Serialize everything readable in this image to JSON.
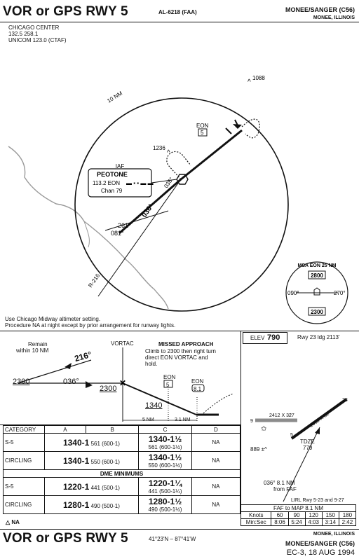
{
  "header": {
    "title": "VOR or GPS RWY 5",
    "procedure_id": "AL-6218 (FAA)",
    "airport": "MONEE/SANGER (C56)",
    "city": "MONEE, ILLINOIS"
  },
  "comms": [
    "CHICAGO CENTER",
    "132.5 258.1",
    "UNICOM 123.0 (CTAF)"
  ],
  "plan": {
    "ring_label": "10 NM",
    "obstacle_1088": "1088",
    "obstacle_1236": "1236",
    "eon_label": "EON",
    "eon_dme": "5",
    "iaf_label": "IAF",
    "iaf_name": "PEOTONE",
    "iaf_freq": "113.2 EON",
    "iaf_chan": "Chan 79",
    "hold_course": "036°",
    "inbound_course": "036°",
    "course_261": "261°",
    "course_081": "081°",
    "radial": "R-216",
    "msa_title": "MSA EON 25 NM",
    "msa_090": "090°",
    "msa_270": "270°",
    "msa_top": "2800",
    "msa_bottom": "2300",
    "note_1": "Use Chicago Midway altimeter setting.",
    "note_2": "Procedure NA at night except by prior arrangement for runway lights."
  },
  "profile": {
    "remain_1": "Remain",
    "remain_2": "within 10 NM",
    "vortac": "VORTAC",
    "missed_title": "MISSED APPROACH",
    "missed_text": [
      "Climb to 2300 then right turn",
      "direct EON VORTAC and",
      "hold."
    ],
    "course_216": "216°",
    "course_036": "036°",
    "alt_2300_left": "2300",
    "alt_2300_right": "2300",
    "eon_label_1": "EON",
    "eon_dme_1": "5",
    "eon_label_2": "EON",
    "eon_dme_2": "8.1",
    "alt_1340": "1340",
    "dist_5": "5 NM",
    "dist_31": "3.1 NM"
  },
  "airport": {
    "elev_label": "ELEV",
    "elev": "790",
    "rwy_info": "Rwy 23 ldg 2113'",
    "rwy_size_1": "2412 X 32",
    "rwy_size_2": "2315 X 32",
    "rwy_27": "27",
    "rwy_9": "9",
    "rwy_5": "5",
    "rwy_23": "23",
    "tdze_label": "TDZE",
    "tdze": "779",
    "obstacle_889": "889",
    "course_note": [
      "036° 8.1 NM",
      "from FAF"
    ],
    "lights_note": "LIRL Rwy 5-23 and 9-27"
  },
  "faf_map": {
    "title": "FAF to MAP 8.1 NM",
    "headers": [
      "Knots",
      "60",
      "90",
      "120",
      "150",
      "180"
    ],
    "times": [
      "Min:Sec",
      "8:06",
      "5:24",
      "4:03",
      "3:14",
      "2:42"
    ]
  },
  "minimums": {
    "headers": [
      "CATEGORY",
      "A",
      "B",
      "C",
      "D"
    ],
    "rows": [
      {
        "cat": "S-5",
        "ab_big": "1340-1",
        "ab_small": "561 (600-1)",
        "c_big": "1340-1½",
        "c_small": "561 (600-1½)",
        "d": "NA"
      },
      {
        "cat": "CIRCLING",
        "ab_big": "1340-1",
        "ab_small": "550 (600-1)",
        "c_big": "1340-1½",
        "c_small": "550 (600-1½)",
        "d": "NA"
      }
    ],
    "dme_title": "DME MINIMUMS",
    "dme_rows": [
      {
        "cat": "S-5",
        "ab_big": "1220-1",
        "ab_small": "441 (500-1)",
        "c_big": "1220-1¼",
        "c_small": "441 (500-1¼)",
        "d": "NA"
      },
      {
        "cat": "CIRCLING",
        "ab_big": "1280-1",
        "ab_small": "490 (500-1)",
        "c_big": "1280-1½",
        "c_small": "490 (500-1½)",
        "d": "NA"
      }
    ],
    "alt_na": "NA"
  },
  "footer": {
    "title": "VOR or GPS RWY 5",
    "coords": "41°23'N – 87°41'W",
    "city": "MONEE, ILLINOIS",
    "airport": "MONEE/SANGER (C56)",
    "cycle": "EC-3, 18 AUG 1994"
  }
}
